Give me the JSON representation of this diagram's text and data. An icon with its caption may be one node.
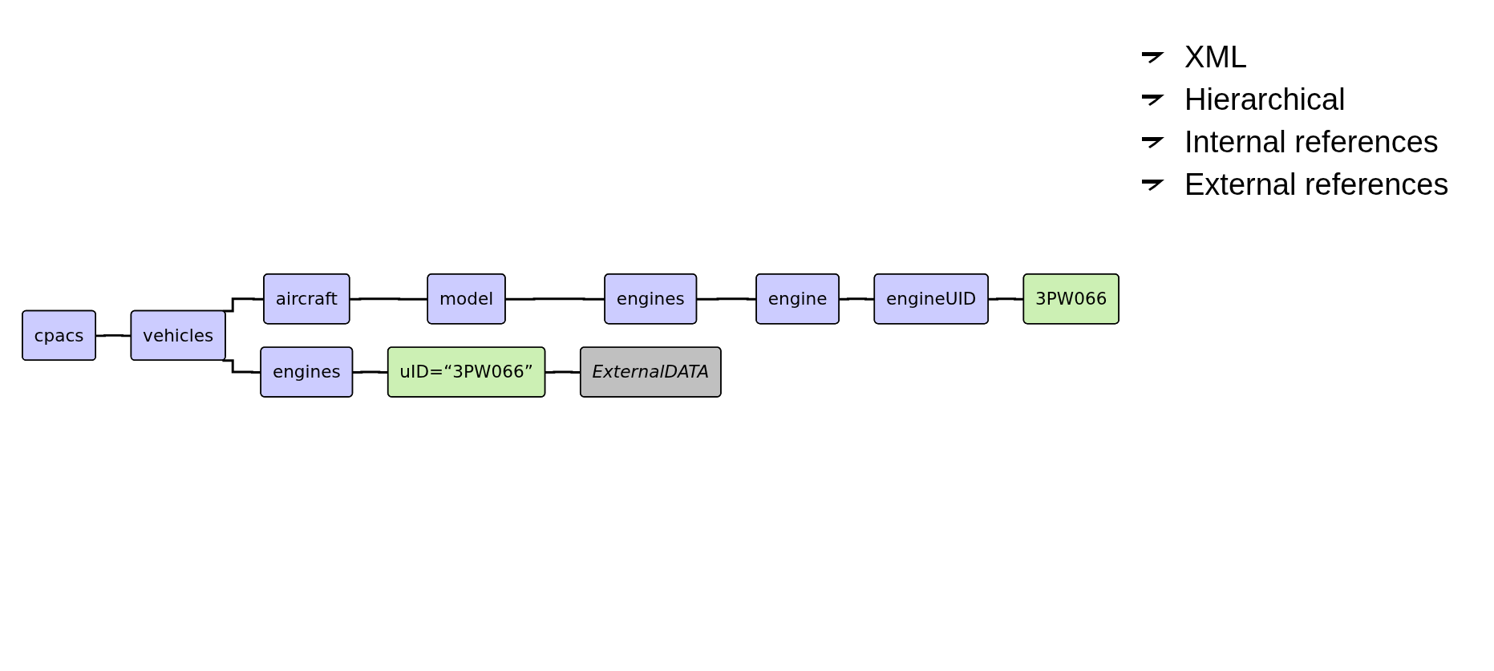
{
  "diagram": {
    "nodes": [
      {
        "text": [
          "cpacs"
        ]
      },
      {
        "text": [
          "vehicles"
        ]
      },
      {
        "text": [
          "aircraft"
        ]
      },
      {
        "text": [
          "model"
        ]
      },
      {
        "text": [
          "engines"
        ]
      },
      {
        "text": [
          "engine"
        ]
      },
      {
        "text": [
          "engineUID"
        ]
      },
      {
        "text": [
          "3PW066"
        ]
      },
      {
        "text": [
          "engines"
        ]
      },
      {
        "text": [
          "uID=“3PW066”"
        ]
      },
      {
        "text": [
          "ExternalDATA"
        ]
      }
    ],
    "edges": [
      {
        "from": 0,
        "to": 1,
        "arrow": "none"
      },
      {
        "from": 1,
        "to": 2,
        "arrow": "none"
      },
      {
        "from": 2,
        "to": 3,
        "arrow": "none"
      },
      {
        "from": 3,
        "to": 4,
        "arrow": "none"
      },
      {
        "from": 4,
        "to": 5,
        "arrow": "none"
      },
      {
        "from": 5,
        "to": 6,
        "arrow": "none"
      },
      {
        "from": 6,
        "to": 7,
        "arrow": "none"
      },
      {
        "from": 1,
        "to": 8,
        "arrow": "none"
      },
      {
        "from": 8,
        "to": 9,
        "arrow": "none"
      },
      {
        "from": 9,
        "to": 10,
        "arrow": "none"
      }
    ],
    "labels": [
      "XML",
      "Hierarchical",
      "Internal references",
      "External references"
    ]
  }
}
